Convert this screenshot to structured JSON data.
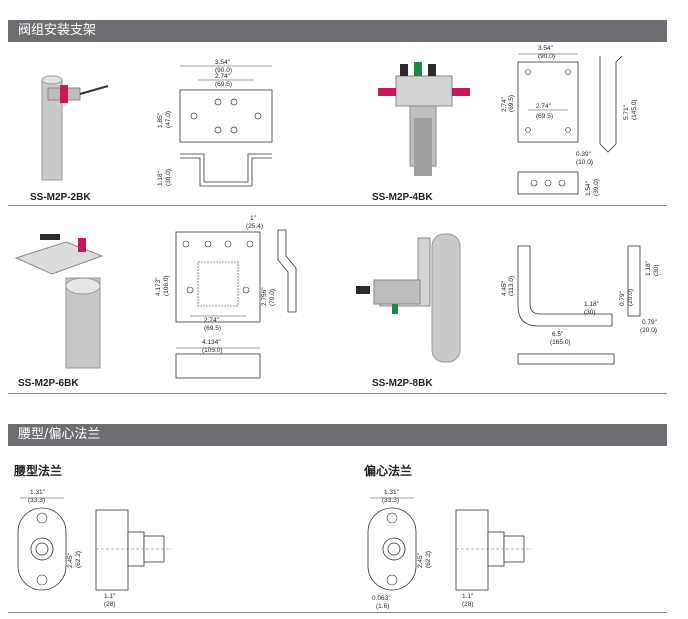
{
  "section1": {
    "title": "阀组安装支架",
    "items": [
      {
        "code": "SS-M2P-2BK",
        "dims": {
          "w_in": "3.54\"",
          "w_mm": "(90.0)",
          "hole_in": "2.74\"",
          "hole_mm": "(69.5)",
          "h_in": "1.85\"",
          "h_mm": "(47.0)",
          "t_in": "1.18\"",
          "t_mm": "(30.0)"
        }
      },
      {
        "code": "SS-M2P-4BK",
        "dims": {
          "w_in": "3.54\"",
          "w_mm": "(90.0)",
          "h_in": "2.74\"",
          "h_mm": "(69.5)",
          "hole_in": "2.74\"",
          "hole_mm": "(69.5)",
          "len_in": "5.71\"",
          "len_mm": "(145.0)",
          "t_in": "0.39\"",
          "t_mm": "(10.0)",
          "d_in": "1.54\"",
          "d_mm": "(39.0)"
        }
      },
      {
        "code": "SS-M2P-6BK",
        "dims": {
          "top_in": "1\"",
          "top_mm": "(25.4)",
          "h_in": "4.173\"",
          "h_mm": "(106.0)",
          "h2_in": "2.756\"",
          "h2_mm": "(70.0)",
          "hole_in": "2.74\"",
          "hole_mm": "(69.5)",
          "w_in": "4.134\"",
          "w_mm": "(105.0)"
        }
      },
      {
        "code": "SS-M2P-8BK",
        "dims": {
          "h_in": "4.45\"",
          "h_mm": "(113.0)",
          "a_in": "1.18\"",
          "a_mm": "(30)",
          "b_in": "6.5\"",
          "b_mm": "(165.0)",
          "c_in": "0.79\"",
          "c_mm": "(20.0)",
          "d_in": "1.18\"",
          "d_mm": "(30)",
          "e_in": "0.79\"",
          "e_mm": "(20.0)"
        }
      }
    ]
  },
  "section2": {
    "title": "腰型/偏心法兰",
    "items": [
      {
        "heading": "腰型法兰",
        "dims": {
          "w_in": "1.31\"",
          "w_mm": "(33.3)",
          "h_in": "2.45\"",
          "h_mm": "(62.2)",
          "l_in": "1.1\"",
          "l_mm": "(28)"
        }
      },
      {
        "heading": "偏心法兰",
        "dims": {
          "w_in": "1.31\"",
          "w_mm": "(33.3)",
          "h_in": "2.45\"",
          "h_mm": "(62.2)",
          "l_in": "1.1\"",
          "l_mm": "(28)",
          "o_in": "0.063\"",
          "o_mm": "(1.6)"
        }
      }
    ]
  }
}
